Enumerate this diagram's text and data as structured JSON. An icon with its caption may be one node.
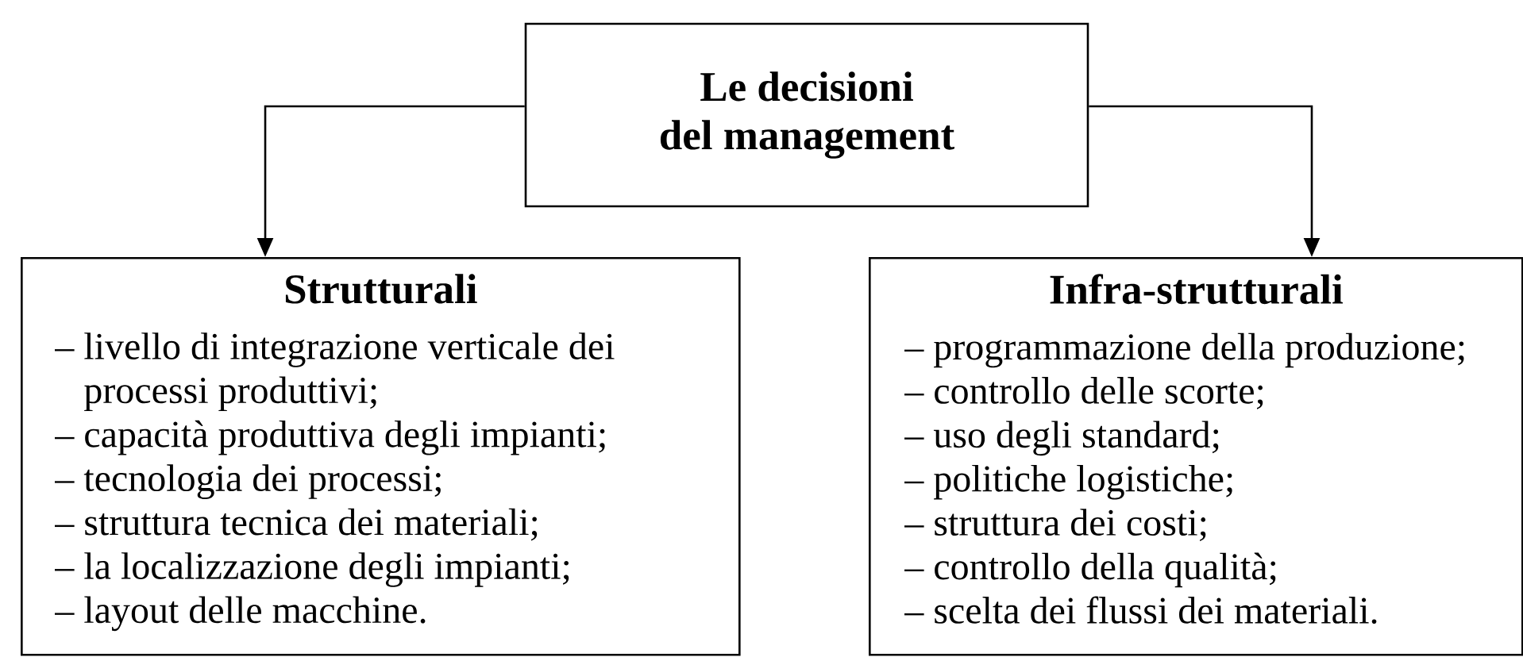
{
  "diagram": {
    "nodes": [
      {
        "text": [
          "Le decisioni del management"
        ]
      },
      {
        "text": [
          "Strutturali",
          "– livello di integrazione verticale dei processi produttivi;",
          "– capacità produttiva degli impianti;",
          "– tecnologia dei processi;",
          "– struttura tecnica dei materiali;",
          "– la localizzazione degli impianti;",
          "– layout delle macchine."
        ]
      },
      {
        "text": [
          "Infra-strutturali",
          "– programmazione della produzione;",
          "– controllo delle scorte;",
          "– uso degli standard;",
          "– politiche logistiche;",
          "– struttura dei costi;",
          "– controllo della qualità;",
          "– scelta dei flussi dei materiali."
        ]
      }
    ],
    "edges": [
      {
        "from": 0,
        "to": 1,
        "arrow": "to"
      },
      {
        "from": 0,
        "to": 2,
        "arrow": "to"
      }
    ]
  }
}
